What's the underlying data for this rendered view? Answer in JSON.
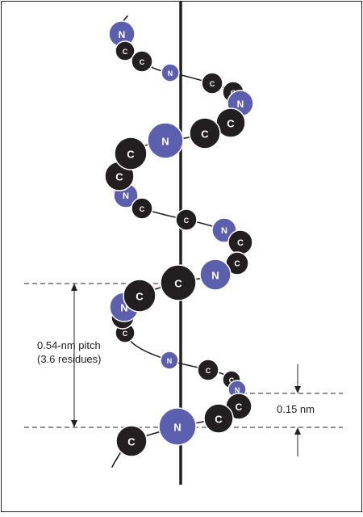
{
  "colors": {
    "carbon": "#231f20",
    "nitrogen": "#5b5fae",
    "nitrogen_stroke": "#ffffff",
    "line": "#231f20",
    "frame": "#231f20"
  },
  "atom_symbols": {
    "carbon": "C",
    "nitrogen": "N"
  },
  "annotations": {
    "pitch_line1": "0.54-nm pitch",
    "pitch_line2": "(3.6 residues)",
    "rise": "0.15 nm"
  }
}
